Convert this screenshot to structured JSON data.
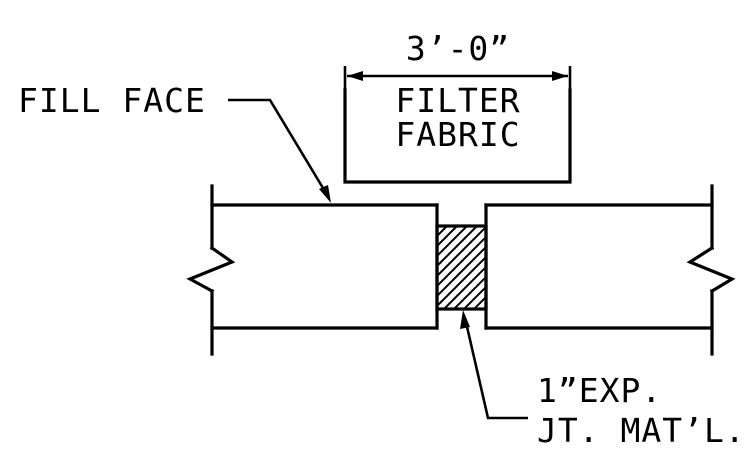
{
  "labels": {
    "dimension": "3’-0”",
    "filter_fabric_line1": "FILTER",
    "filter_fabric_line2": "FABRIC",
    "fill_face": "FILL FACE",
    "joint_material_line1": "1”EXP.",
    "joint_material_line2": "JT. MAT’L."
  },
  "colors": {
    "ink": "#000000",
    "background": "#ffffff"
  }
}
